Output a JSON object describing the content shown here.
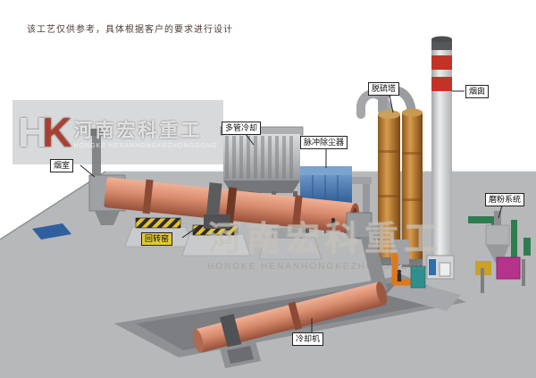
{
  "page": {
    "disclaimer": "该工艺仅供参考，具体根据客户的要求进行设计"
  },
  "watermark": {
    "logo_h": "H",
    "logo_k": "K",
    "logo_cn": "河南宏科重工",
    "logo_en": "HONGKE HENANHONGKEZHONGGONG",
    "center_cn": "河南宏科重工",
    "center_en": "HONGKE HENANHONGKEZHONGGONG"
  },
  "labels": {
    "smoke_chamber": "烟室",
    "rotary_kiln": "回转窑",
    "multi_tube_cooler": "多管冷却",
    "pulse_dust_collector": "脉冲除尘器",
    "desulfurization_tower": "脱硫塔",
    "chimney": "烟囱",
    "grinding_system": "磨粉系统",
    "cooling_machine": "冷却机"
  },
  "colors": {
    "kiln_shell": "#d88b6d",
    "dust_collector_blue": "#3f6fa8",
    "desulf_tower_orange": "#b5762e",
    "chimney_band_red": "#c43226",
    "ground_gray": "#b6b8ba",
    "highlight_label_yellow": "#e2c838",
    "hazard_yellow": "#e8c326",
    "grinder_magenta": "#b5338a",
    "pipe_green": "#2e7d4f",
    "pipe_orange": "#e07818"
  }
}
